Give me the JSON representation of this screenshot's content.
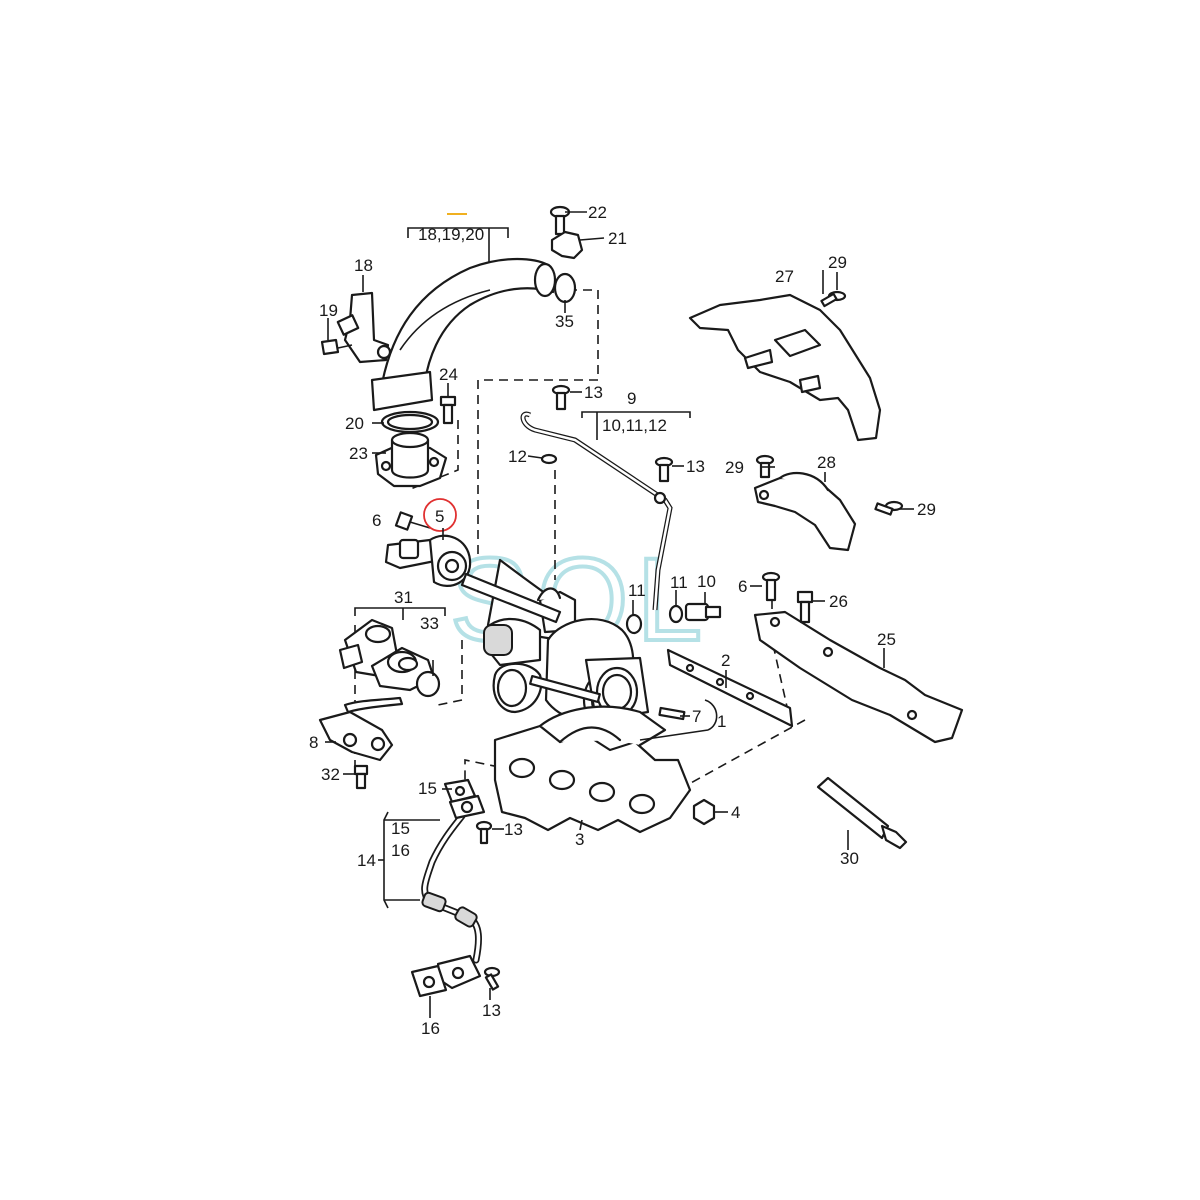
{
  "diagram": {
    "watermark": "SOL",
    "colors": {
      "line": "#1a1a1a",
      "highlight_circle": "#e03030",
      "watermark": "#a9dce2",
      "top_mark": "#f0b020"
    },
    "callouts": {
      "c1": "1",
      "c2": "2",
      "c3": "3",
      "c4": "4",
      "c5": "5",
      "c6a": "6",
      "c6b": "6",
      "c7": "7",
      "c8": "8",
      "c9": "9",
      "c10": "10",
      "c10_11_12": "10,11,12",
      "c11a": "11",
      "c11b": "11",
      "c12": "12",
      "c13a": "13",
      "c13b": "13",
      "c13c": "13",
      "c13d": "13",
      "c14": "14",
      "c15a": "15",
      "c15b": "15",
      "c16a": "16",
      "c16b": "16",
      "c18": "18",
      "c18_19_20": "18,19,20",
      "c19": "19",
      "c20": "20",
      "c21": "21",
      "c22": "22",
      "c23": "23",
      "c24": "24",
      "c25": "25",
      "c26": "26",
      "c27": "27",
      "c28": "28",
      "c29a": "29",
      "c29b": "29",
      "c29c": "29",
      "c30": "30",
      "c31": "31",
      "c32": "32",
      "c33": "33",
      "c35": "35"
    },
    "highlighted_part": "5"
  }
}
